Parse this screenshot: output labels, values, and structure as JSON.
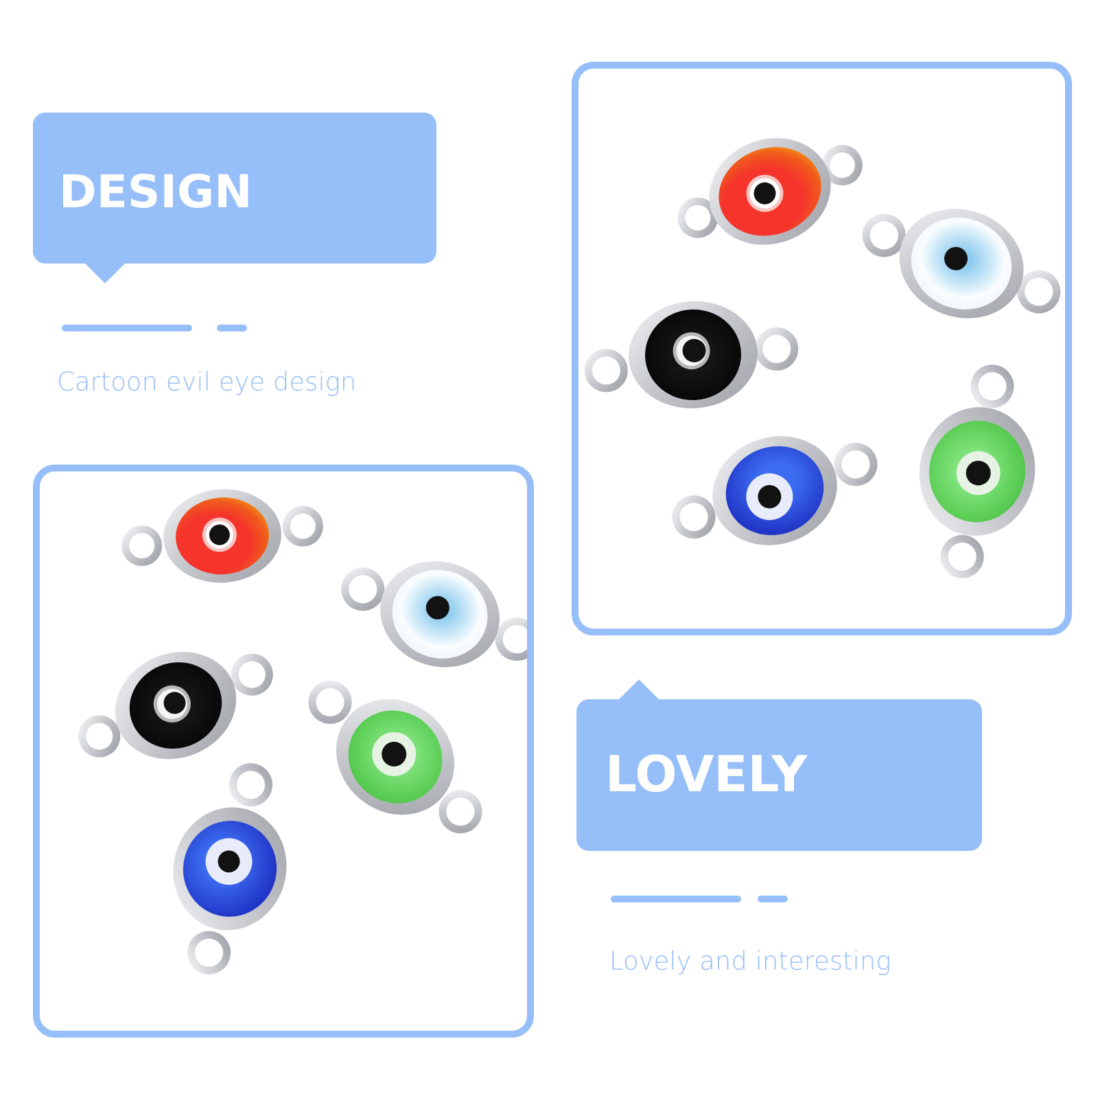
{
  "theme": {
    "accent": "#96BEF8",
    "title_color": "#FFFFFF",
    "background": "#FFFFFF"
  },
  "design_section": {
    "title": "DESIGN",
    "caption": "Cartoon evil eye design"
  },
  "lovely_section": {
    "title": "LOVELY",
    "caption": "Lovely and interesting"
  },
  "product_panels": [
    {
      "id": "top-right",
      "charms": [
        {
          "color_name": "red",
          "outer": "#F23A2E",
          "rim": "#F59A12",
          "ring": "#FFFFFF",
          "ring_mid": "#F7C6C3",
          "pupil": "#111111"
        },
        {
          "color_name": "white-light-blue",
          "outer": "#F6FBFF",
          "rim": "#FFFFFF",
          "ring": "#8CC8EC",
          "ring_mid": "#BEE0F4",
          "pupil": "#111111"
        },
        {
          "color_name": "black",
          "outer": "#0C0C0C",
          "rim": "#1A1A1A",
          "ring": "#FFFFFF",
          "ring_mid": "#9A9A9A",
          "pupil": "#111111"
        },
        {
          "color_name": "blue",
          "outer": "#2F4FE0",
          "rim": "#1F34C8",
          "ring": "#FFFFFF",
          "ring_mid": "#DCE4FA",
          "pupil": "#111111"
        },
        {
          "color_name": "green",
          "outer": "#6EDB66",
          "rim": "#4DC446",
          "ring": "#E8F4E6",
          "ring_mid": "#BFE6BA",
          "pupil": "#111111"
        }
      ]
    },
    {
      "id": "bottom-left",
      "charms": [
        {
          "color_name": "red"
        },
        {
          "color_name": "white-light-blue"
        },
        {
          "color_name": "black"
        },
        {
          "color_name": "green"
        },
        {
          "color_name": "blue"
        }
      ]
    }
  ]
}
